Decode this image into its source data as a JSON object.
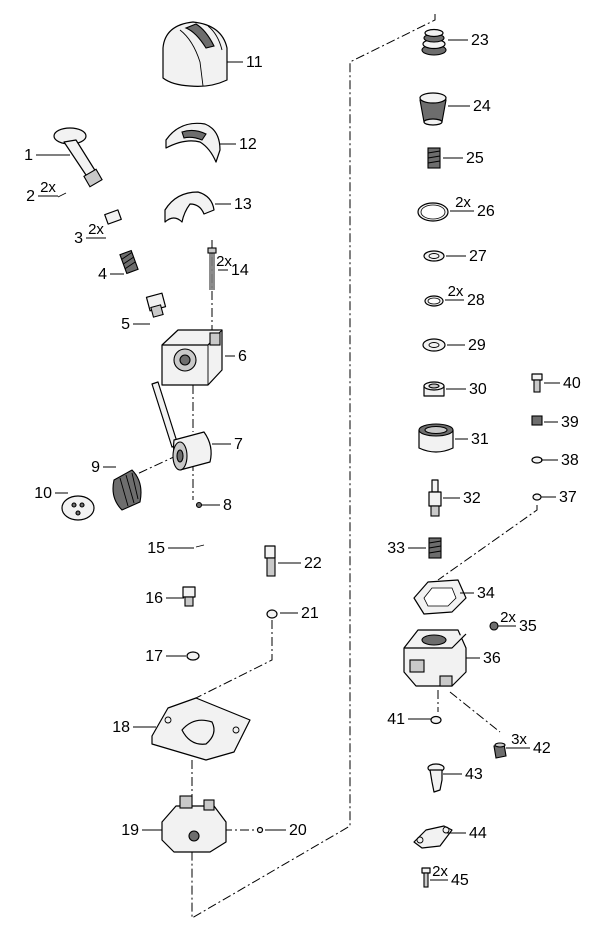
{
  "diagram": {
    "callouts": [
      {
        "id": "1",
        "qty": ""
      },
      {
        "id": "2",
        "qty": "2x"
      },
      {
        "id": "3",
        "qty": "2x"
      },
      {
        "id": "4",
        "qty": ""
      },
      {
        "id": "5",
        "qty": ""
      },
      {
        "id": "6",
        "qty": ""
      },
      {
        "id": "7",
        "qty": ""
      },
      {
        "id": "8",
        "qty": ""
      },
      {
        "id": "9",
        "qty": ""
      },
      {
        "id": "10",
        "qty": ""
      },
      {
        "id": "11",
        "qty": ""
      },
      {
        "id": "12",
        "qty": ""
      },
      {
        "id": "13",
        "qty": ""
      },
      {
        "id": "14",
        "qty": "2x"
      },
      {
        "id": "15",
        "qty": ""
      },
      {
        "id": "16",
        "qty": ""
      },
      {
        "id": "17",
        "qty": ""
      },
      {
        "id": "18",
        "qty": ""
      },
      {
        "id": "19",
        "qty": ""
      },
      {
        "id": "20",
        "qty": ""
      },
      {
        "id": "21",
        "qty": ""
      },
      {
        "id": "22",
        "qty": ""
      },
      {
        "id": "23",
        "qty": ""
      },
      {
        "id": "24",
        "qty": ""
      },
      {
        "id": "25",
        "qty": ""
      },
      {
        "id": "26",
        "qty": "2x"
      },
      {
        "id": "27",
        "qty": ""
      },
      {
        "id": "28",
        "qty": "2x"
      },
      {
        "id": "29",
        "qty": ""
      },
      {
        "id": "30",
        "qty": ""
      },
      {
        "id": "31",
        "qty": ""
      },
      {
        "id": "32",
        "qty": ""
      },
      {
        "id": "33",
        "qty": ""
      },
      {
        "id": "34",
        "qty": ""
      },
      {
        "id": "35",
        "qty": "2x"
      },
      {
        "id": "36",
        "qty": ""
      },
      {
        "id": "37",
        "qty": ""
      },
      {
        "id": "38",
        "qty": ""
      },
      {
        "id": "39",
        "qty": ""
      },
      {
        "id": "40",
        "qty": ""
      },
      {
        "id": "41",
        "qty": ""
      },
      {
        "id": "42",
        "qty": "3x"
      },
      {
        "id": "43",
        "qty": ""
      },
      {
        "id": "44",
        "qty": ""
      },
      {
        "id": "45",
        "qty": "2x"
      }
    ]
  }
}
